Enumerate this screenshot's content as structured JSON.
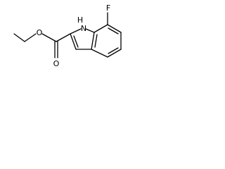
{
  "molecule": {
    "atom_labels": {
      "fluorine": "F",
      "ring_nitrogen": "H​N",
      "carbonyl_oxygen": "O",
      "ester_oxygen": "O"
    },
    "nh_label": {
      "h": "H",
      "n": "N"
    }
  }
}
